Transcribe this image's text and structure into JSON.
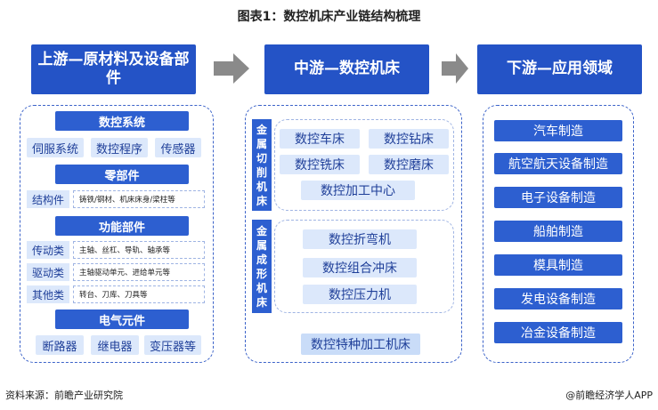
{
  "title": "图表1：数控机床产业链结构梳理",
  "upstream": {
    "header": "上游—原材料及设备部件",
    "categories": [
      {
        "name": "数控系统",
        "items": [
          "伺服系统",
          "数控程序",
          "传感器"
        ]
      },
      {
        "name": "零部件",
        "rows": [
          {
            "label": "结构件",
            "detail": "铸铁/钢材、机床床身/梁柱等"
          }
        ]
      },
      {
        "name": "功能部件",
        "rows": [
          {
            "label": "传动类",
            "detail": "主轴、丝杠、导轨、轴承等"
          },
          {
            "label": "驱动类",
            "detail": "主轴驱动单元、进给单元等"
          },
          {
            "label": "其他类",
            "detail": "转台、刀库、刀具等"
          }
        ]
      },
      {
        "name": "电气元件",
        "items": [
          "断路器",
          "继电器",
          "变压器等"
        ]
      }
    ]
  },
  "midstream": {
    "header": "中游—数控机床",
    "cutting": {
      "label": "金属切削机床",
      "items": [
        "数控车床",
        "数控钻床",
        "数控铣床",
        "数控磨床",
        "数控加工中心"
      ]
    },
    "forming": {
      "label": "金属成形机床",
      "items": [
        "数控折弯机",
        "数控组合冲床",
        "数控压力机"
      ]
    },
    "special": "数控特种加工机床"
  },
  "downstream": {
    "header": "下游—应用领域",
    "items": [
      "汽车制造",
      "航空航天设备制造",
      "电子设备制造",
      "船舶制造",
      "模具制造",
      "发电设备制造",
      "冶金设备制造"
    ]
  },
  "footer": {
    "source": "资料来源：前瞻产业研究院",
    "brand": "@前瞻经济学人APP"
  },
  "colors": {
    "header": "#2453c6",
    "chip": "#dce8fb",
    "accent": "#2d5fd0",
    "arrow": "#8a8a8a"
  }
}
